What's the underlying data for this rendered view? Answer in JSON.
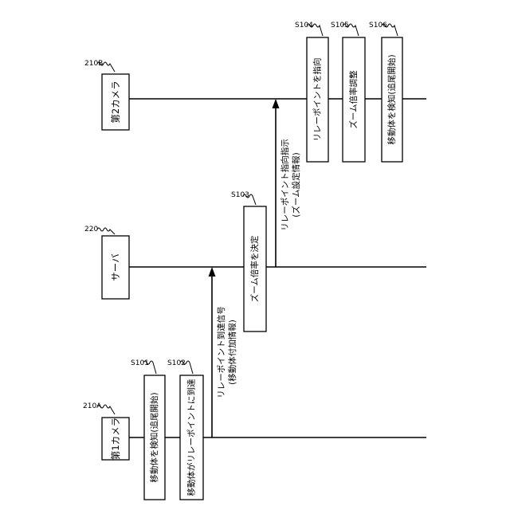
{
  "actors": {
    "camera1": {
      "label": "第1カメラ",
      "ref": "210A"
    },
    "server": {
      "label": "サーバ",
      "ref": "220"
    },
    "camera2": {
      "label": "第2カメラ",
      "ref": "210B"
    }
  },
  "steps": {
    "s101": {
      "label": "移動体を検知(追尾開始)",
      "ref": "S101"
    },
    "s102": {
      "label": "移動体がリレーポイントに到達",
      "ref": "S102"
    },
    "s103": {
      "label": "ズーム倍率を決定",
      "ref": "S103"
    },
    "s104": {
      "label": "リレーポイントを指向",
      "ref": "S104"
    },
    "s105": {
      "label": "ズーム倍率調整",
      "ref": "S105"
    },
    "s106": {
      "label": "移動体を検知(追尾開始)",
      "ref": "S106"
    }
  },
  "messages": {
    "relay_arrival": {
      "line1": "リレーポイント到達信号",
      "line2": "(移動体付加情報)"
    },
    "relay_direction": {
      "line1": "リレーポイント指向指示",
      "line2": "(ズーム設定情報)"
    }
  }
}
